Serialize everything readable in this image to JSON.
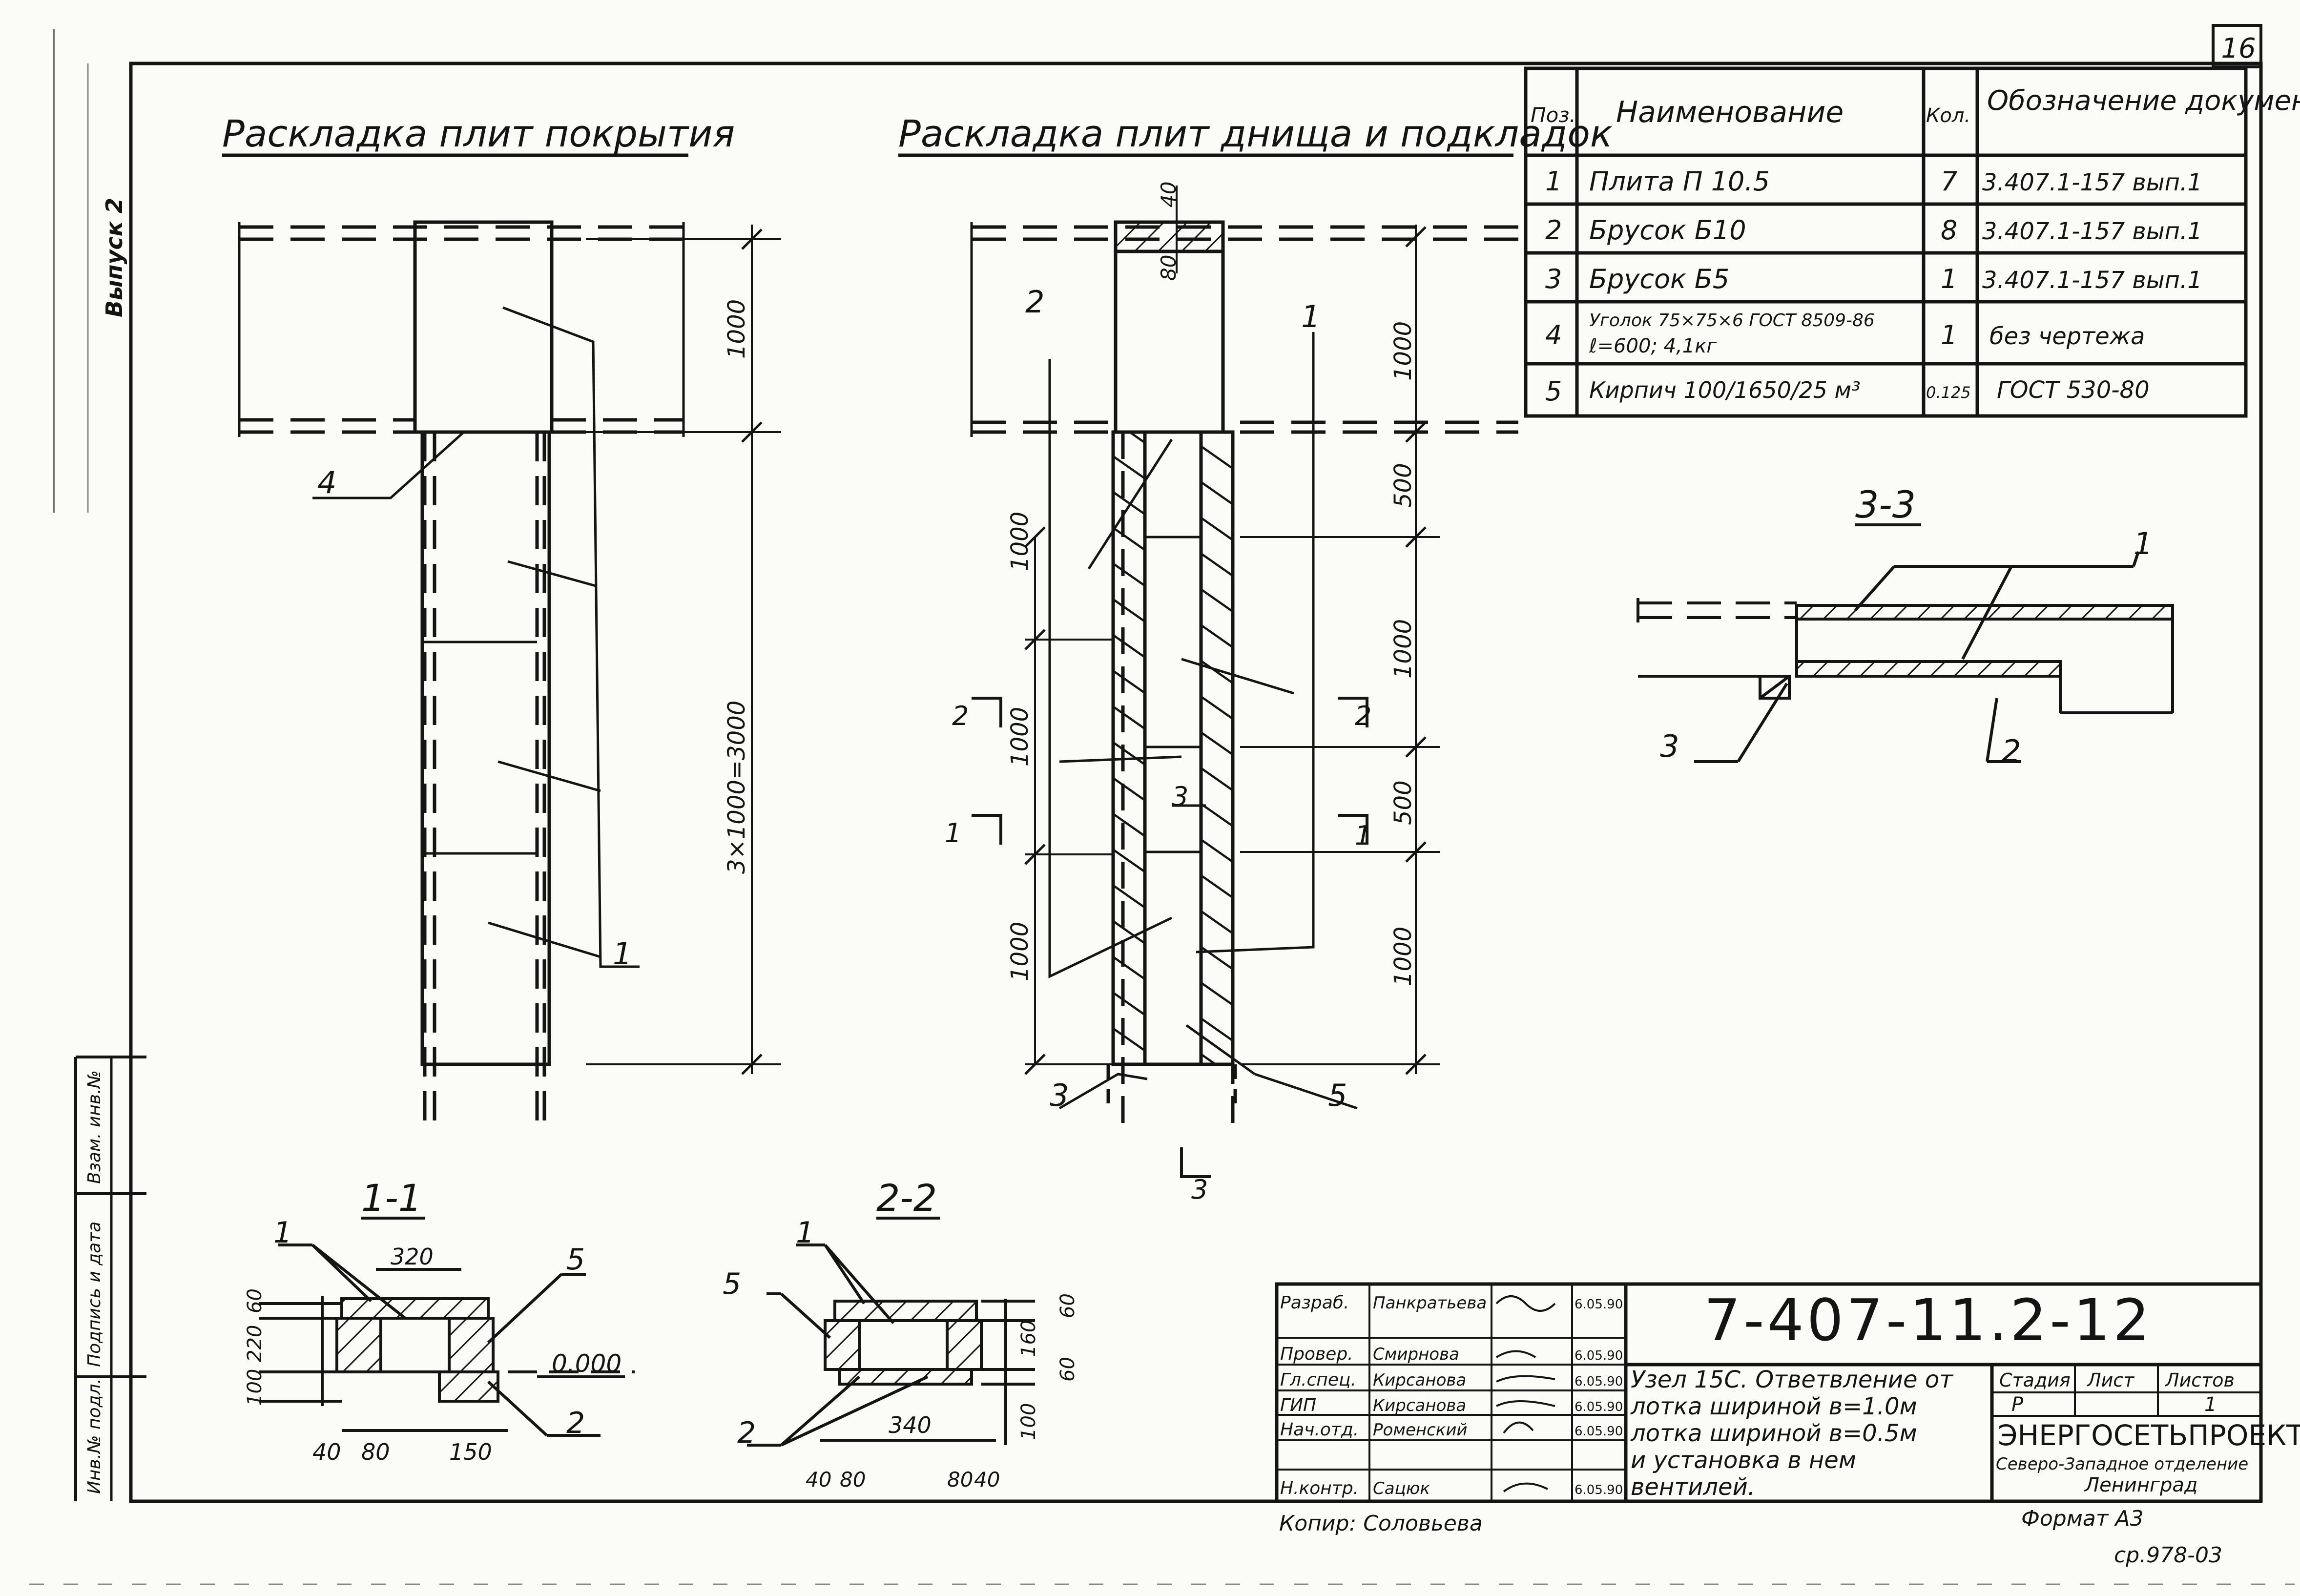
{
  "sheet": {
    "page_number": "16",
    "copy_number": "ср.978-03",
    "format": "Формат А3",
    "copied_by": "Копир: Соловьева"
  },
  "views": {
    "cover_title": "Раскладка плит покрытия",
    "bottom_title": "Раскладка плит днища и подкладок",
    "section_1_1": "1-1",
    "section_2_2": "2-2",
    "section_3_3": "3-3"
  },
  "dims": {
    "d1000": "1000",
    "d3x1000": "3×1000=3000",
    "d500": "500",
    "d40": "40",
    "d80": "80",
    "d60": "60",
    "d320": "320",
    "d220": "220",
    "d100": "100",
    "d150": "150",
    "d160": "160",
    "d340": "340",
    "elev": "0.000"
  },
  "marks": {
    "p1": "1",
    "p2": "2",
    "p3": "3",
    "p4": "4",
    "p5": "5"
  },
  "spec": {
    "headers": {
      "pos": "Поз.",
      "name": "Наименование",
      "qty": "Кол.",
      "doc": "Обозначение документа"
    },
    "rows": [
      {
        "pos": "1",
        "name": "Плита П 10.5",
        "qty": "7",
        "doc": "3.407.1-157 вып.1"
      },
      {
        "pos": "2",
        "name": "Брусок Б10",
        "qty": "8",
        "doc": "3.407.1-157 вып.1"
      },
      {
        "pos": "3",
        "name": "Брусок Б5",
        "qty": "1",
        "doc": "3.407.1-157 вып.1"
      },
      {
        "pos": "4",
        "name": "Уголок 75×75×6 ГОСТ 8509-86",
        "name2": "ℓ=600; 4,1кг",
        "qty": "1",
        "doc": "без чертежа"
      },
      {
        "pos": "5",
        "name": "Кирпич 100/1650/25 м³",
        "qty": "0.125",
        "doc": "ГОСТ 530-80"
      }
    ]
  },
  "titleblock": {
    "code": "7-407-11.2-12",
    "roles": [
      "Разраб.",
      "Провер.",
      "Гл.спец.",
      "ГИП",
      "Нач.отд.",
      "Н.контр."
    ],
    "names": [
      "Панкратьева",
      "Смирнова",
      "Кирсанова",
      "Кирсанова",
      "Роменский",
      "Сацюк"
    ],
    "dates": [
      "6.05.90",
      "6.05.90",
      "6.05.90",
      "6.05.90",
      "6.05.90",
      "6.05.90"
    ],
    "title_lines": [
      "Узел 15С. Ответвление от",
      "лотка шириной в=1.0м",
      "лотка шириной в=0.5м",
      "и установка в нем",
      "вентилей."
    ],
    "stage_label": "Стадия",
    "sheet_label": "Лист",
    "sheets_label": "Листов",
    "stage": "Р",
    "sheet": "",
    "sheets": "1",
    "org": "ЭНЕРГОСЕТЬПРОЕКТ",
    "org_sub1": "Северо-Западное отделение",
    "org_sub2": "Ленинград"
  },
  "sidebar": {
    "cells": [
      "Инв.№ подл.",
      "Подпись и дата",
      "Взам. инв.№"
    ],
    "binder": "Выпуск 2"
  }
}
